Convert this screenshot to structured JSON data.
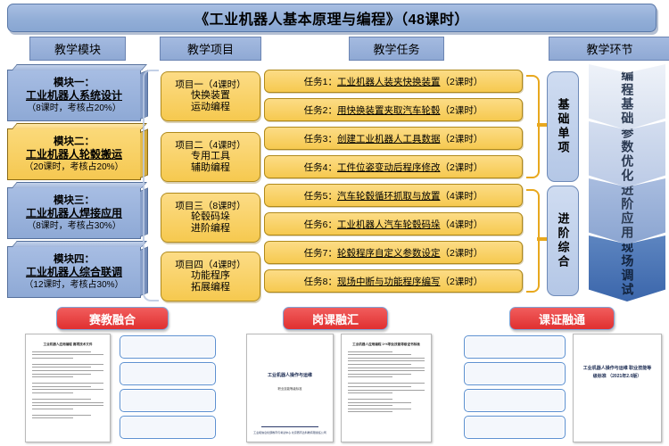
{
  "title": "《工业机器人基本原理与编程》（48课时）",
  "headers": [
    {
      "label": "教学模块"
    },
    {
      "label": "教学项目"
    },
    {
      "label": "教学任务"
    },
    {
      "label": "教学环节"
    }
  ],
  "modules": [
    {
      "title": "模块一：",
      "subject": "工业机器人系统设计",
      "hours": "（8课时，考核占20%）",
      "highlight": false
    },
    {
      "title": "模块二：",
      "subject": "工业机器人轮毂搬运",
      "hours": "（20课时，考核占20%）",
      "highlight": true
    },
    {
      "title": "模块三：",
      "subject": "工业机器人焊接应用",
      "hours": "（8课时，考核占30%）",
      "highlight": false
    },
    {
      "title": "模块四：",
      "subject": "工业机器人综合联调",
      "hours": "（12课时，考核占30%）",
      "highlight": false
    }
  ],
  "projects": [
    {
      "head": "项目一（4课时）",
      "line1": "快换装置",
      "line2": "运动编程"
    },
    {
      "head": "项目二（4课时）",
      "line1": "专用工具",
      "line2": "辅助编程"
    },
    {
      "head": "项目三（8课时）",
      "line1": "轮毂码垛",
      "line2": "进阶编程"
    },
    {
      "head": "项目四（4课时）",
      "line1": "功能程序",
      "line2": "拓展编程"
    }
  ],
  "tasks": [
    {
      "no": "任务1：",
      "name": "工业机器人装夹快换装置",
      "hours": "（2课时）"
    },
    {
      "no": "任务2：",
      "name": "用快换装置夹取汽车轮毂",
      "hours": "（2课时）"
    },
    {
      "no": "任务3：",
      "name": "创建工业机器人工具数据",
      "hours": "（2课时）"
    },
    {
      "no": "任务4：",
      "name": "工件位姿变动后程序修改",
      "hours": "（2课时）"
    },
    {
      "no": "任务5：",
      "name": "汽车轮毂循环抓取与放置",
      "hours": "（4课时）"
    },
    {
      "no": "任务6：",
      "name": "工业机器人汽车轮毂码垛",
      "hours": "（4课时）"
    },
    {
      "no": "任务7：",
      "name": "轮毂程序自定义参数设定",
      "hours": "（2课时）"
    },
    {
      "no": "任务8：",
      "name": "现场中断与功能程序编写",
      "hours": "（2课时）"
    }
  ],
  "stage_boxes": [
    {
      "label": "基础单项"
    },
    {
      "label": "进阶综合"
    }
  ],
  "chevrons": [
    {
      "label": "编程基础",
      "color": "#eef2f9"
    },
    {
      "label": "参数优化",
      "color": "#d3ddef"
    },
    {
      "label": "进阶应用",
      "color": "#a8bcdf"
    },
    {
      "label": "现场调试",
      "color": "#3b66ab"
    }
  ],
  "banners": [
    {
      "label": "赛教融合"
    },
    {
      "label": "岗课融汇"
    },
    {
      "label": "课证融通"
    }
  ],
  "documents": {
    "doc_left": {
      "title": "工业机器人应用编程\n赛项技术文件"
    },
    "doc_center_cover": {
      "title": "工业机器人操作与运维",
      "subtitle": "职业技能等级标准",
      "footer": "工业和信息化部教育与考试中心\n北京赛育达科教有限责任公司"
    },
    "doc_center_text": {
      "title": "工业机器人应用编程\n1+X职业技能等级证书标准"
    },
    "doc_right": {
      "title": "工业机器人操作与运维\n职业技能等级标准\n（2021年2.0版）"
    }
  },
  "colors": {
    "title_blue": "#92aed7",
    "module_blue": "#8ea9d5",
    "highlight_gold": "#f5c851",
    "task_gold": "#f6c94f",
    "banner_red": "#e03030",
    "brace_gold": "#e8a81e",
    "chevron_dark": "#3b66ab"
  }
}
